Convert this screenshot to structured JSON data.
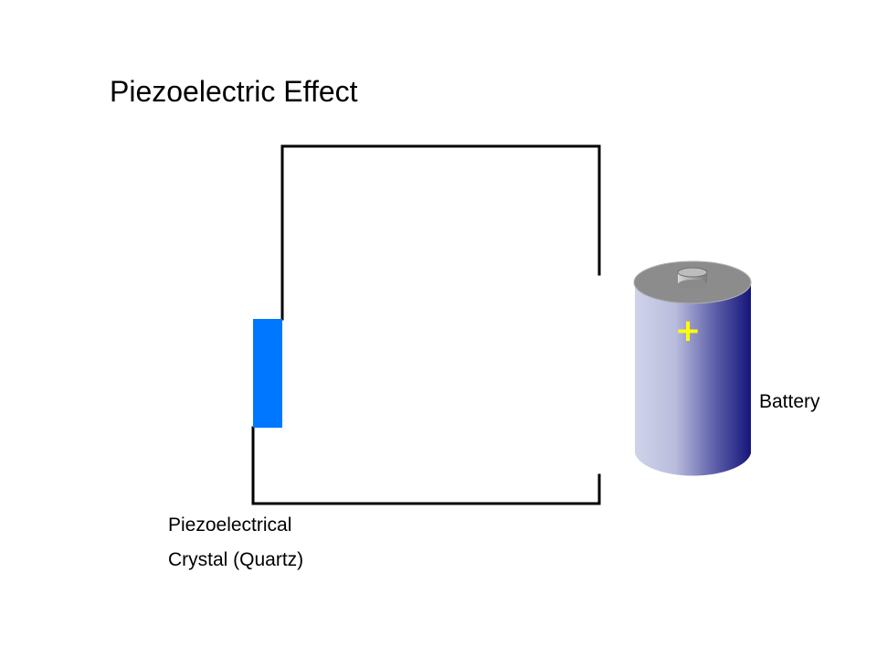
{
  "title": "Piezoelectric Effect",
  "labels": {
    "battery": "Battery",
    "crystal_line1": "Piezoelectrical",
    "crystal_line2": "Crystal (Quartz)",
    "battery_terminal": "+"
  },
  "colors": {
    "crystal": "#0077ff",
    "battery_body_light": "#c8cbe6",
    "battery_body_dark": "#1a1a80",
    "battery_top": "#8a8a8a",
    "terminal_sign": "#ffff00",
    "wire": "#000000"
  }
}
